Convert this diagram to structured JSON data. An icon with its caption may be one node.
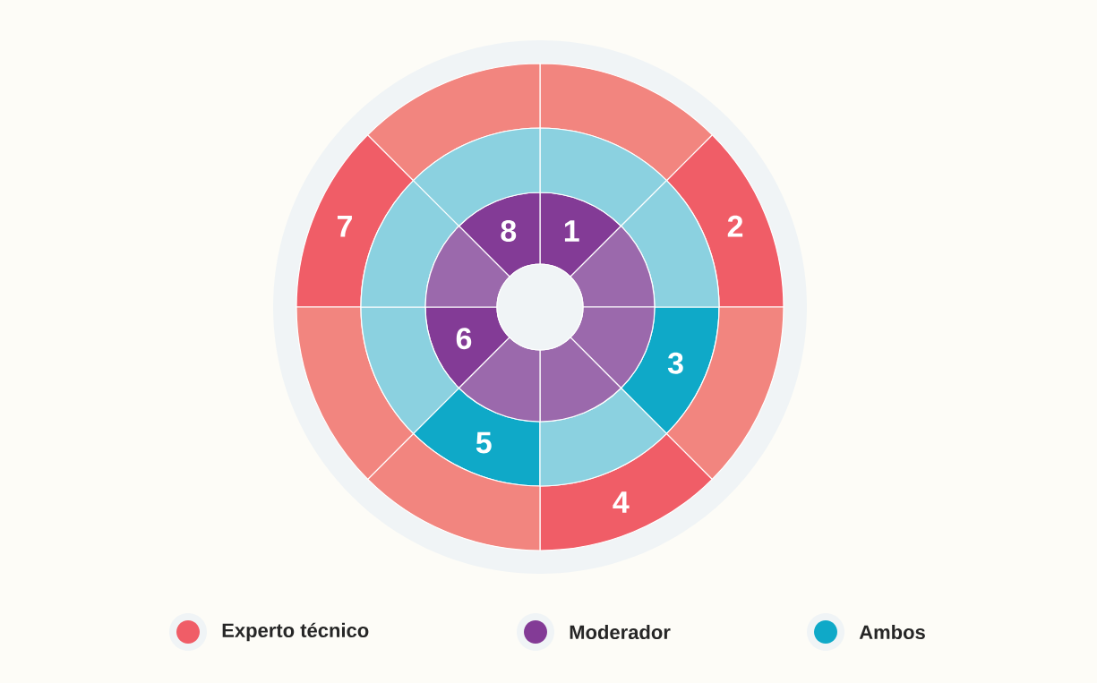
{
  "diagram": {
    "nodes": [
      {
        "text": [
          "1"
        ]
      },
      {
        "text": [
          "2"
        ]
      },
      {
        "text": [
          "3"
        ]
      },
      {
        "text": [
          "4"
        ]
      },
      {
        "text": [
          "5"
        ]
      },
      {
        "text": [
          "6"
        ]
      },
      {
        "text": [
          "7"
        ]
      },
      {
        "text": [
          "8"
        ]
      },
      {
        "text": [],
        "shape": "wedge"
      },
      {
        "text": [],
        "shape": "wedge"
      },
      {
        "text": [],
        "shape": "wedge"
      },
      {
        "text": [],
        "shape": "wedge"
      },
      {
        "text": [],
        "shape": "wedge"
      },
      {
        "text": [],
        "shape": "wedge"
      },
      {
        "text": [],
        "shape": "wedge"
      },
      {
        "text": [],
        "shape": "wedge"
      },
      {
        "text": [],
        "shape": "wedge"
      },
      {
        "text": [],
        "shape": "wedge"
      },
      {
        "text": [],
        "shape": "wedge"
      },
      {
        "text": [],
        "shape": "wedge"
      },
      {
        "text": [],
        "shape": "wedge"
      },
      {
        "text": [],
        "shape": "wedge"
      },
      {
        "text": [],
        "shape": "wedge"
      },
      {
        "text": [],
        "shape": "wedge"
      },
      {
        "text": [],
        "shape": "circle"
      }
    ],
    "legend": [
      {
        "text": "Experto técnico",
        "color": "#f05d67"
      },
      {
        "text": "Moderador",
        "color": "#833b96"
      },
      {
        "text": "Ambos",
        "color": "#0fa9c8"
      }
    ]
  }
}
